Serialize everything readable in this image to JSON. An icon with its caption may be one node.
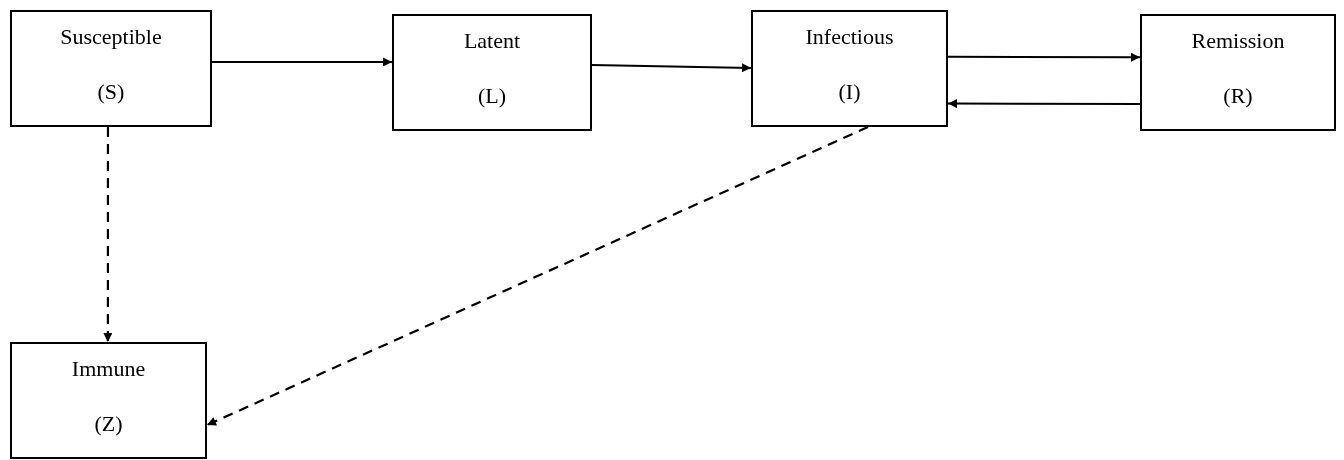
{
  "diagram": {
    "nodes": [
      {
        "text": [
          "Susceptible",
          "(S)"
        ]
      },
      {
        "text": [
          "Latent",
          "(L)"
        ]
      },
      {
        "text": [
          "Infectious",
          "(I)"
        ]
      },
      {
        "text": [
          "Remission",
          "(R)"
        ]
      },
      {
        "text": [
          "Immune",
          "(Z)"
        ]
      }
    ],
    "edges": [
      {
        "from": 0,
        "to": 1,
        "arrow": "to"
      },
      {
        "from": 1,
        "to": 2,
        "arrow": "to"
      },
      {
        "from": 2,
        "to": 3,
        "arrow": "to"
      },
      {
        "from": 3,
        "to": 2,
        "arrow": "to"
      },
      {
        "from": 0,
        "to": 4,
        "arrow": "to",
        "style": "dashed"
      },
      {
        "from": 2,
        "to": 4,
        "arrow": "to",
        "style": "dashed"
      }
    ]
  }
}
